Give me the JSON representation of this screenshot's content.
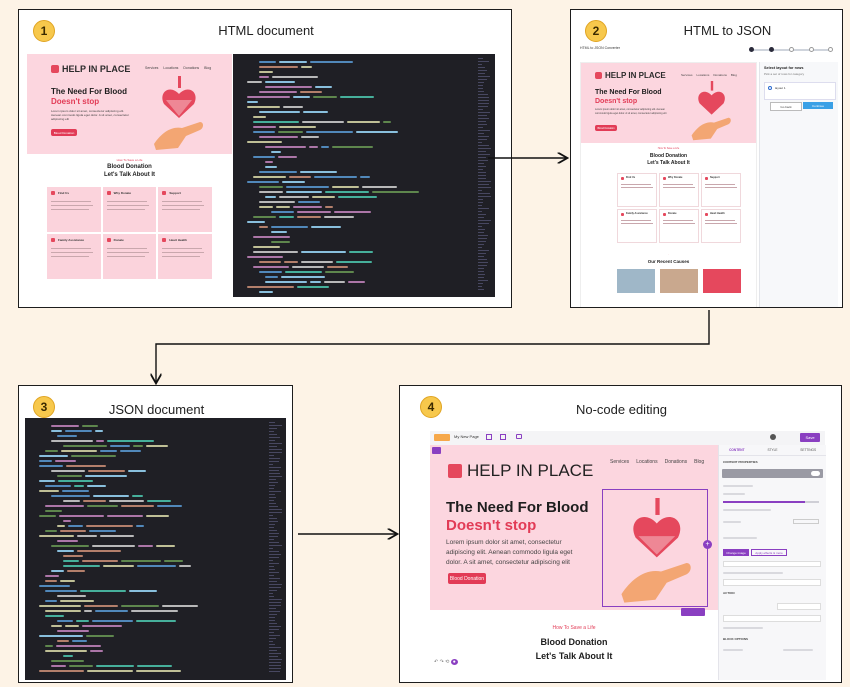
{
  "panels": [
    {
      "number": "1",
      "title": "HTML document"
    },
    {
      "number": "2",
      "title": "HTML to JSON"
    },
    {
      "number": "3",
      "title": "JSON document"
    },
    {
      "number": "4",
      "title": "No-code editing"
    }
  ],
  "site": {
    "logo": "HELP IN PLACE",
    "nav": [
      "Services",
      "Locations",
      "Donations",
      "Blog"
    ],
    "headline": "The Need For Blood",
    "headline_accent": "Doesn't stop",
    "body": "Lorem ipsum dolor sit amet, consectetur adipiscing elit. Aenean commodo ligula eget dolor. A sit amet, consectetur adipiscing elit",
    "button": "Blood Donation",
    "kicker": "How To Save a Life",
    "section_title_1": "Blood Donation",
    "section_title_2": "Let's Talk About It",
    "cards": [
      "Find Us",
      "Why Donate",
      "Support",
      "Family Assistance",
      "Donate",
      "Heart Health"
    ],
    "recent": "Our Recent Causes"
  },
  "converter": {
    "label": "HTML to JSON Converter",
    "side_title": "Select layout for rows",
    "side_sub": "Pick a set of rows for category",
    "option": "layout 1",
    "btn_a": "Go back",
    "btn_b": "Continue"
  },
  "editor": {
    "page_name": "My New Page",
    "save": "Save",
    "tabs": [
      "CONTENT",
      "STYLE",
      "SETTINGS"
    ],
    "section_label": "CONTENT PROPERTIES",
    "btn_change": "Change image",
    "btn_apply": "Apply effects & more",
    "action": "ACTION",
    "block_options": "BLOCK OPTIONS"
  },
  "colors": {
    "accent": "#e23b56",
    "hero_pink": "#fcd6df",
    "badge": "#f7c84c",
    "code_bg": "#1f1f25",
    "editor_purple": "#8a3fc1"
  }
}
